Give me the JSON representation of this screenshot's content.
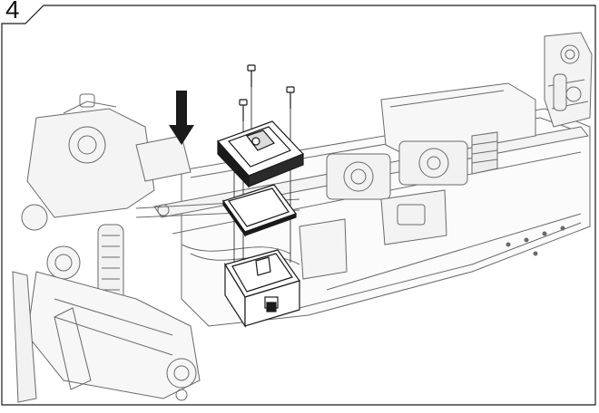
{
  "step": {
    "number": "4"
  },
  "colors": {
    "line": "#1a1a1a",
    "part_fill": "#ffffff",
    "chassis_line": "#5a5a5a",
    "arrow": "#1a1a1a"
  },
  "parts": {
    "screws": "screw-icon",
    "cover": "receiver-box-cover",
    "gasket": "receiver-box-gasket",
    "box": "receiver-box"
  }
}
